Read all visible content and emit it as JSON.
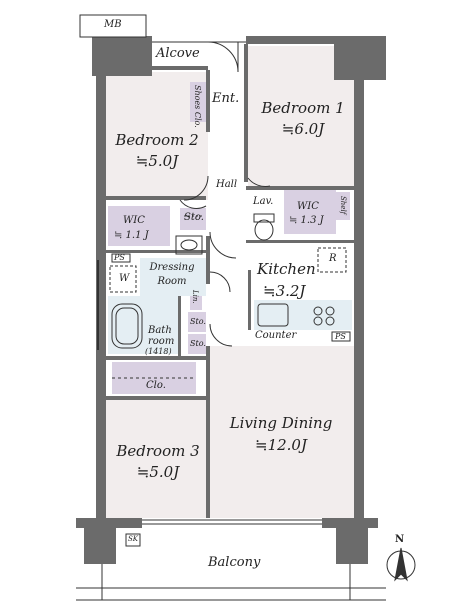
{
  "rooms": {
    "mb": "MB",
    "alcove": "Alcove",
    "shoes": "Shoes Clo.",
    "entrance": "Ent.",
    "bedroom1": {
      "name": "Bedroom 1",
      "area": "≒6.0J"
    },
    "bedroom2": {
      "name": "Bedroom 2",
      "area": "≒5.0J"
    },
    "bedroom3": {
      "name": "Bedroom 3",
      "area": "≒5.0J"
    },
    "hall": "Hall",
    "lav": "Lav.",
    "wic1": {
      "name": "WIC",
      "area": "≒ 1.3 J"
    },
    "shelf": "Shelf",
    "wic2": {
      "name": "WIC",
      "area": "≒ 1.1 J"
    },
    "sto1": "Sto.",
    "sto2": "Sto.",
    "sto3": "Sto.",
    "ps1": "PS",
    "ps2": "PS",
    "w": "W",
    "dressing": {
      "line1": "Dressing",
      "line2": "Room"
    },
    "lin": "Lin.",
    "bath": {
      "line1": "Bath",
      "line2": "room",
      "size": "(1418)"
    },
    "clo": "Clo.",
    "kitchen": {
      "name": "Kitchen",
      "area": "≒3.2J"
    },
    "r": "R",
    "counter": "Counter",
    "living": {
      "name": "Living Dining",
      "area": "≒12.0J"
    },
    "sk": "SK",
    "balcony": "Balcony",
    "compass": "N"
  },
  "colors": {
    "room_fill": "#f2eded",
    "wic_fill": "#d9d0e2",
    "wall": "#6b6b6b",
    "line": "#333333"
  }
}
